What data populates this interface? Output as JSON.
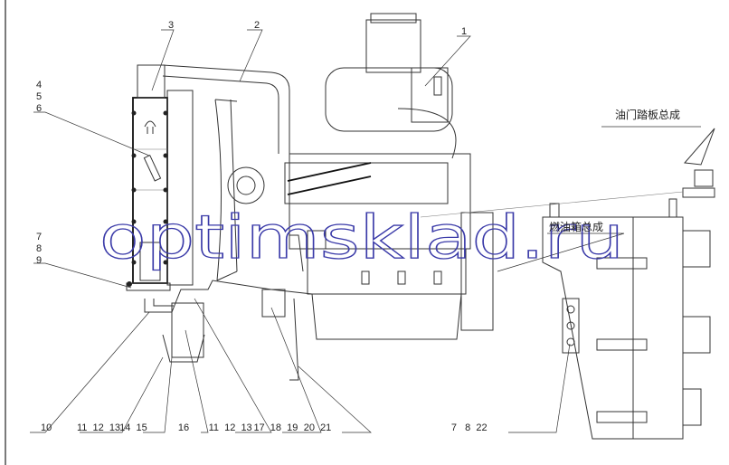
{
  "title_labels": {
    "item_1": "1",
    "item_2": "2",
    "item_3": "3"
  },
  "left_labels": {
    "group_a": [
      "4",
      "5",
      "6"
    ],
    "group_b": [
      "7",
      "8",
      "9"
    ]
  },
  "bottom_labels": {
    "l10": "10",
    "l11_13a": "11  12  13",
    "l14_15": "14  15",
    "l16": "16",
    "l11_13b": "11  12  13",
    "l17_19": "17  18  19",
    "l20_21": "20  21",
    "l7_22": "7   8  22"
  },
  "callouts": {
    "throttle_pedal": "油门踏板总成",
    "fuel_tank": "燃油箱总成"
  },
  "watermark": "optimsklad.ru"
}
